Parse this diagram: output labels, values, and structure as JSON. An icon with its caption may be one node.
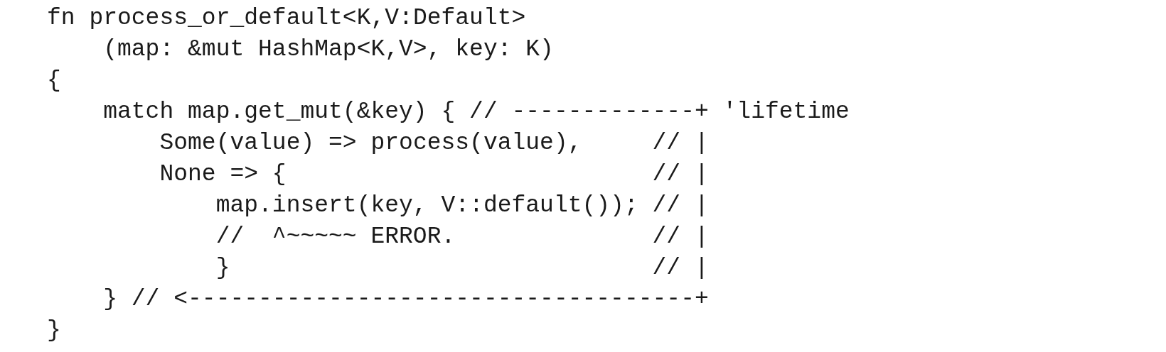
{
  "diagram": {
    "labels": [
      "fn process_or_default<K,V:Default>",
      "(map: &mut HashMap<K,V>, key: K)",
      "{",
      "match map.get_mut(&key) { // -------------+ 'lifetime",
      "Some(value) => process(value),     // |",
      "None => {                          // |",
      "map.insert(key, V::default()); // |",
      "//  ^~~~~~ ERROR.              // |",
      "}                              // |",
      "} // <------------------------------------+",
      "}"
    ]
  }
}
